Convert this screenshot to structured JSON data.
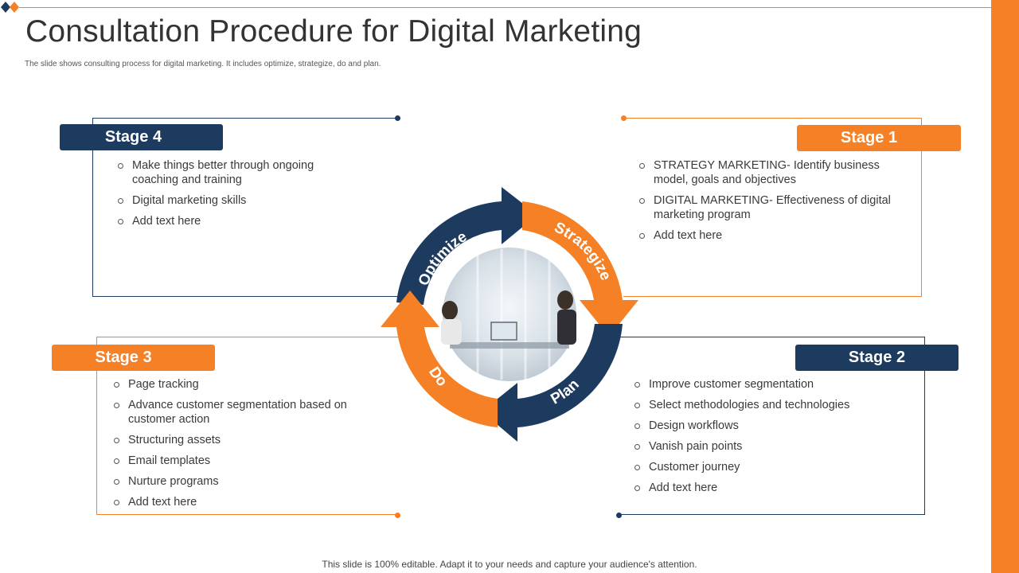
{
  "title": "Consultation Procedure for Digital Marketing",
  "subtitle": "The slide shows consulting process for digital marketing.  It includes optimize,  strategize, do and plan.",
  "footer": "This slide is 100% editable. Adapt it to your needs and capture your audience's attention.",
  "colors": {
    "orange": "#f58025",
    "navy": "#1d3a5f"
  },
  "cycle": {
    "optimize": "Optimize",
    "strategize": "Strategize",
    "plan": "Plan",
    "do": "Do",
    "center_image": "meeting-photo"
  },
  "stages": {
    "stage4": {
      "label": "Stage 4",
      "items": [
        "Make things better through ongoing coaching and training",
        "Digital marketing skills",
        "Add text here"
      ]
    },
    "stage1": {
      "label": "Stage 1",
      "items": [
        "STRATEGY MARKETING- Identify business model, goals and objectives",
        "DIGITAL MARKETING- Effectiveness of digital marketing program",
        "Add text here"
      ]
    },
    "stage3": {
      "label": "Stage 3",
      "items": [
        "Page tracking",
        "Advance customer segmentation based on customer action",
        "Structuring assets",
        "Email templates",
        "Nurture programs",
        "Add text here"
      ]
    },
    "stage2": {
      "label": "Stage 2",
      "items": [
        "Improve customer segmentation",
        "Select methodologies and technologies",
        "Design workflows",
        "Vanish pain points",
        "Customer journey",
        "Add text here"
      ]
    }
  }
}
